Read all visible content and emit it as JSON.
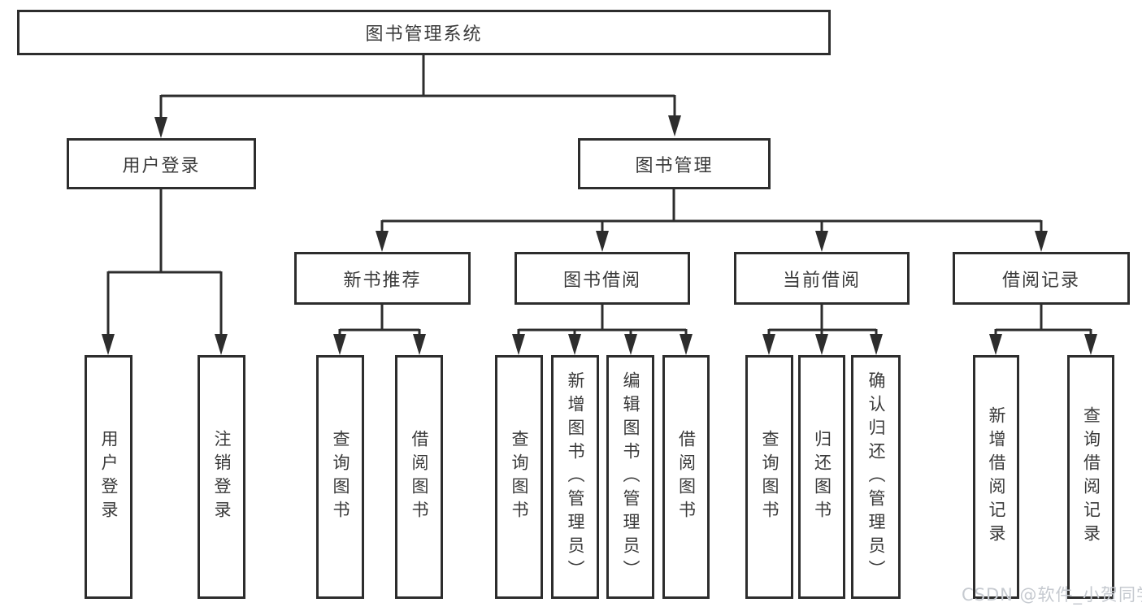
{
  "diagram": {
    "type": "hierarchy-org-chart",
    "language": "zh-CN"
  },
  "tree": {
    "root": "图书管理系统",
    "children": [
      {
        "label": "用户登录",
        "leaves": [
          "用户登录",
          "注销登录"
        ]
      },
      {
        "label": "图书管理",
        "children": [
          {
            "label": "新书推荐",
            "leaves": [
              "查询图书",
              "借阅图书"
            ]
          },
          {
            "label": "图书借阅",
            "leaves": [
              "查询图书",
              "新增图书（管理员）",
              "编辑图书（管理员）",
              "借阅图书"
            ]
          },
          {
            "label": "当前借阅",
            "leaves": [
              "查询图书",
              "归还图书",
              "确认归还（管理员）"
            ]
          },
          {
            "label": "借阅记录",
            "leaves": [
              "新增借阅记录",
              "查询借阅记录"
            ]
          }
        ]
      }
    ]
  },
  "watermark": {
    "text": "CSDN @软件_小贺同学"
  },
  "colors": {
    "line": "#2d2d2d",
    "border": "#2d2d2d",
    "text": "#3a3a3a",
    "box_background": "#ffffff",
    "page_background": "#ffffff",
    "watermark": "#c6cad0"
  }
}
